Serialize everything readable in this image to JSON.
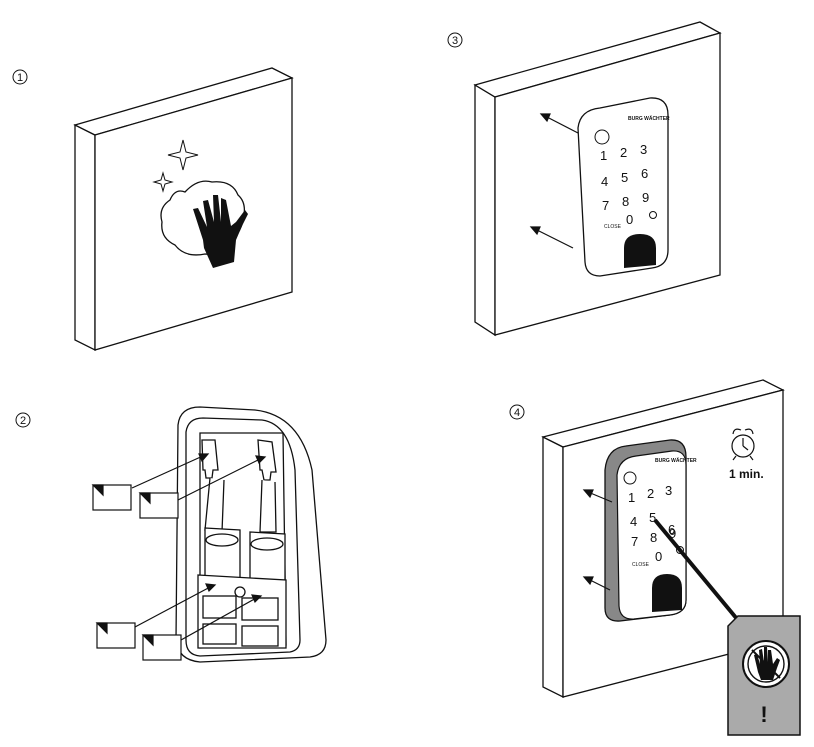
{
  "steps": [
    {
      "number": "1"
    },
    {
      "number": "2"
    },
    {
      "number": "3"
    },
    {
      "number": "4"
    }
  ],
  "keypad": {
    "brand": "BURG WÄCHTER",
    "keys": [
      "1",
      "2",
      "3",
      "4",
      "5",
      "6",
      "7",
      "8",
      "9",
      "0"
    ],
    "close_label": "CLOSE"
  },
  "timer": {
    "label": "1 min."
  },
  "warning": {
    "symbol": "!"
  },
  "colors": {
    "line": "#111111",
    "device_grey": "#888888",
    "warning_bg": "#aaaaaa"
  }
}
